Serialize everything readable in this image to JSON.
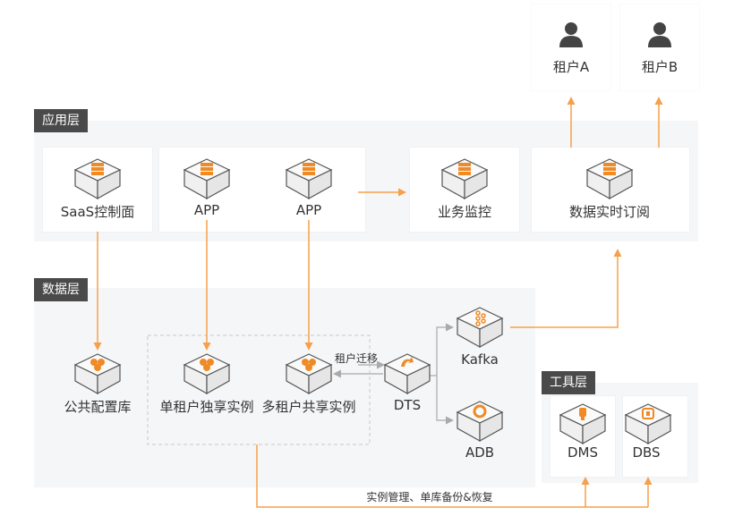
{
  "tenants": {
    "a": "租户A",
    "b": "租户B"
  },
  "layers": {
    "app": "应用层",
    "data": "数据层",
    "tool": "工具层"
  },
  "nodes": {
    "saas": "SaaS控制面",
    "app1": "APP",
    "app2": "APP",
    "monitor": "业务监控",
    "subscribe": "数据实时订阅",
    "public_db": "公共配置库",
    "single_tenant": "单租户独享实例",
    "multi_tenant": "多租户共享实例",
    "dts": "DTS",
    "kafka": "Kafka",
    "adb": "ADB",
    "dms": "DMS",
    "dbs": "DBS"
  },
  "edges": {
    "migrate": "租户迁移",
    "manage": "实例管理、单库备份&恢复"
  },
  "colors": {
    "accent": "#f5a04b",
    "orange": "#f08a24",
    "panel": "#f5f6f8",
    "tag": "#4a4a4a"
  }
}
